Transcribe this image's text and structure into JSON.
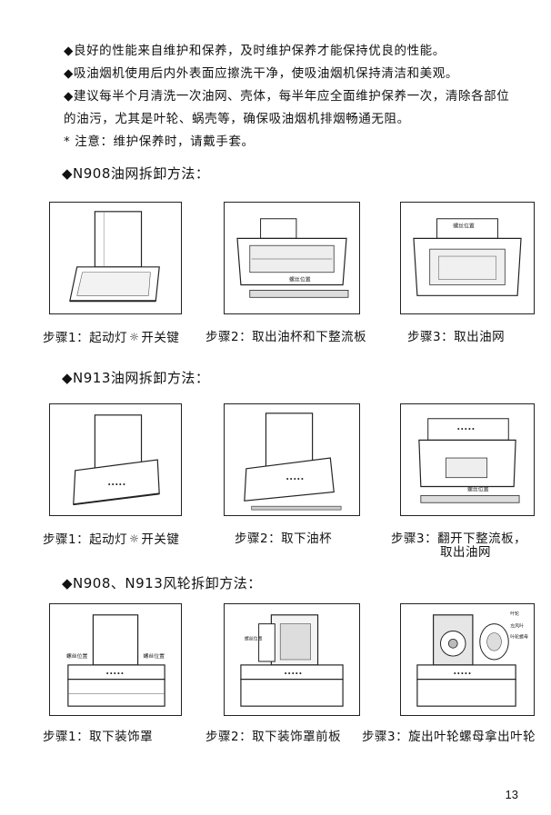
{
  "intro": [
    "◆良好的性能来自维护和保养，及时维护保养才能保持优良的性能。",
    "◆吸油烟机使用后内外表面应擦洗干净，使吸油烟机保持清洁和美观。",
    "◆建议每半个月清洗一次油网、壳体，每半年应全面维护保养一次，清除各部位",
    "的油污，尤其是叶轮、蜗壳等，确保吸油烟机排烟畅通无阻。",
    "* 注意：维护保养时，请戴手套。"
  ],
  "sections": [
    {
      "title": "◆N908油网拆卸方法：",
      "fig2_label": "螺丝位置",
      "fig3_label": "螺丝位置",
      "step1": {
        "pre": "步骤1：起动灯",
        "post": "开关键"
      },
      "step2": "步骤2：取出油杯和下整流板",
      "step3": "步骤3：取出油网"
    },
    {
      "title": "◆N913油网拆卸方法：",
      "fig3_label": "螺丝位置",
      "step1": {
        "pre": "步骤1：起动灯",
        "post": "开关键"
      },
      "step2": "步骤2：取下油杯",
      "step3_line1": "步骤3：翻开下整流板，",
      "step3_line2": "取出油网"
    },
    {
      "title": "◆N908、N913风轮拆卸方法：",
      "fig1_label_left": "螺丝位置",
      "fig1_label_right": "螺丝位置",
      "fig2_label": "螺丝位置",
      "fig3_label_1": "叶轮",
      "fig3_label_2": "左风叶",
      "fig3_label_3": "叶轮螺母",
      "step1": "步骤1：取下装饰罩",
      "step2": "步骤2：取下装饰罩前板",
      "step3": "步骤3：旋出叶轮螺母拿出叶轮"
    }
  ],
  "icons": {
    "bulb": "lamp-icon"
  },
  "page_number": "13"
}
